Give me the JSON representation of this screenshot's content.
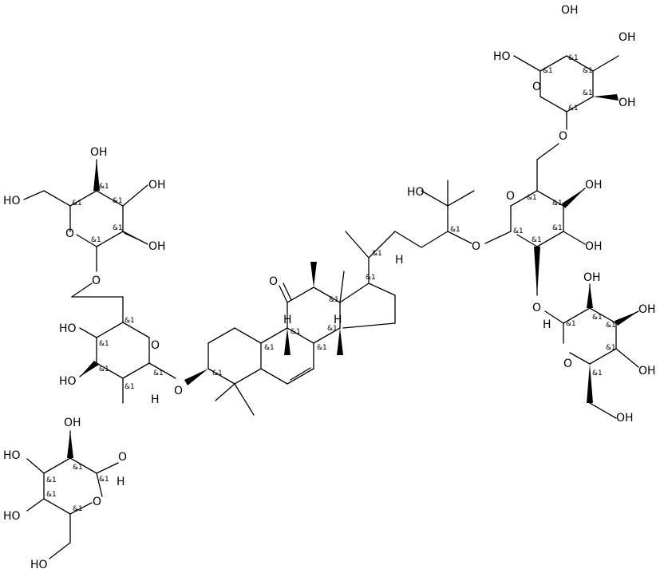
{
  "molecule": {
    "hydroxyl_label": "OH",
    "hydroxyl_label_left": "HO",
    "oxygen_label": "O",
    "hydrogen_label": "H",
    "stereo_label": "&1"
  }
}
